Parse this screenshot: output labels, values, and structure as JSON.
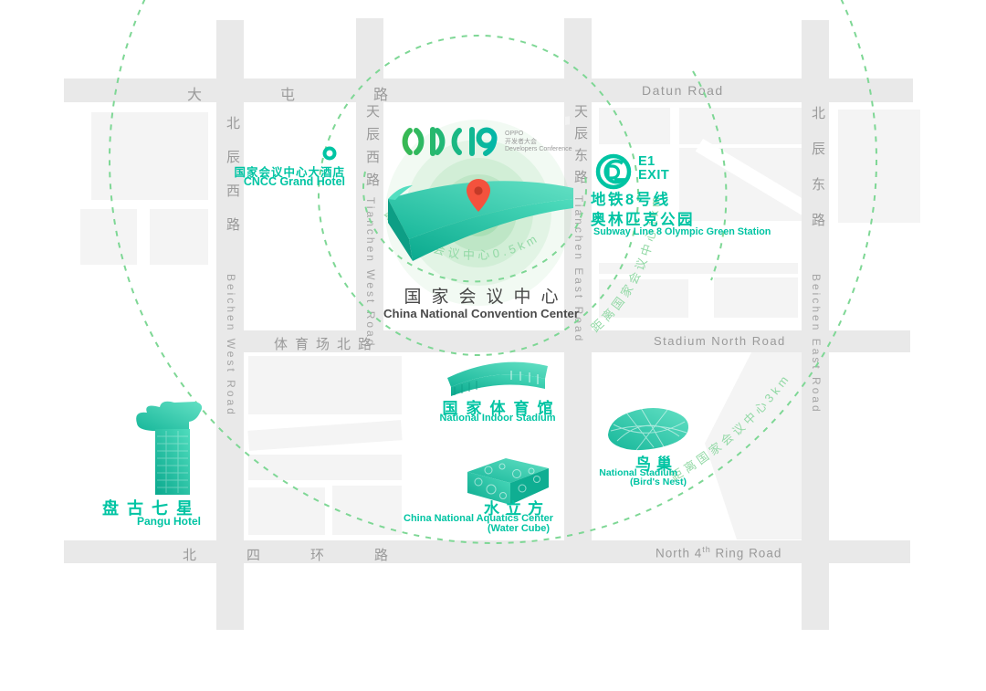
{
  "logo": {
    "text": "ODC19",
    "sub_lines": [
      "OPPO",
      "开发者大会",
      "Developers Conference"
    ]
  },
  "venue": {
    "zh": "国家会议中心",
    "en": "China National Convention Center"
  },
  "hotel": {
    "zh": "国家会议中心大酒店",
    "en": "CNCC Grand Hotel"
  },
  "subway": {
    "exit_code": "E1",
    "exit_word": "EXIT",
    "line_zh": "地铁8号线",
    "station_zh": "奥林匹克公园",
    "en": "Subway Line 8 Olympic Green Station"
  },
  "indoor_stadium": {
    "zh": "国家体育馆",
    "en": "National Indoor Stadium"
  },
  "water_cube": {
    "zh": "水立方",
    "en_line1": "China National Aquatics Center",
    "en_line2": "(Water Cube)"
  },
  "birds_nest": {
    "zh": "鸟巢",
    "en_line1": "National Stadium",
    "en_line2": "(Bird's Nest)"
  },
  "pangu": {
    "zh": "盘古七星",
    "en": "Pangu Hotel"
  },
  "roads": {
    "datun_zh": "大屯路",
    "datun_en": "Datun Road",
    "stadium_north_zh": "体育场北路",
    "stadium_north_en": "Stadium North Road",
    "ring_zh": "北四环路",
    "ring_en_prefix": "North 4",
    "ring_en_sup": "th",
    "ring_en_suffix": " Ring Road",
    "beichen_west_zh": "北辰西路",
    "beichen_west_en": "Beichen West Road",
    "tianchen_west_zh": "天辰西路",
    "tianchen_west_en": "Tianchen West Road",
    "tianchen_east_zh": "天辰东路",
    "tianchen_east_en": "Tianchen East Road",
    "beichen_east_zh": "北辰东路",
    "beichen_east_en": "Beichen East Road"
  },
  "distance_rings": {
    "r05": "距离国家会议中心0.5km",
    "r1": "距离国家会议中心1km",
    "r3": "距离国家会议中心3km"
  },
  "colors": {
    "teal": "#00c4a3",
    "logo_green": "#3db94b",
    "dash_green": "#7ed795",
    "arc_label_green": "#93d9a6",
    "pin_red": "#f4523d",
    "road_gray": "#e9e9e9",
    "block_gray": "#f4f4f4",
    "road_text_gray": "#9a9a9a",
    "title_dark": "#4a4a4a"
  }
}
